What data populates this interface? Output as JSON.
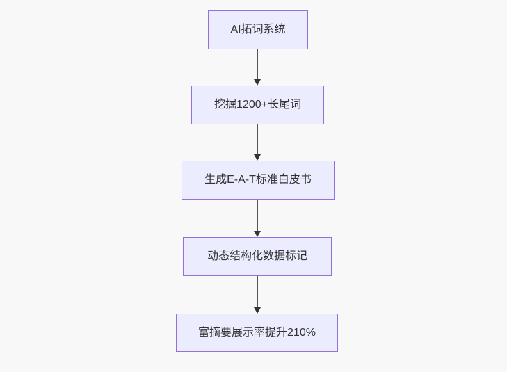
{
  "diagram": {
    "type": "flowchart",
    "direction": "top-down",
    "nodes": [
      {
        "label": "AI拓词系统"
      },
      {
        "label": "挖掘1200+长尾词"
      },
      {
        "label": "生成E-A-T标准白皮书"
      },
      {
        "label": "动态结构化数据标记"
      },
      {
        "label": "富摘要展示率提升210%"
      }
    ],
    "edges": [
      {
        "from": 0,
        "to": 1
      },
      {
        "from": 1,
        "to": 2
      },
      {
        "from": 2,
        "to": 3
      },
      {
        "from": 3,
        "to": 4
      }
    ],
    "colors": {
      "background": "#f8f8f8",
      "node_fill": "#ececff",
      "node_border": "#9370db",
      "edge_line": "#555555",
      "edge_arrowhead": "#333333",
      "text": "#333333"
    }
  }
}
